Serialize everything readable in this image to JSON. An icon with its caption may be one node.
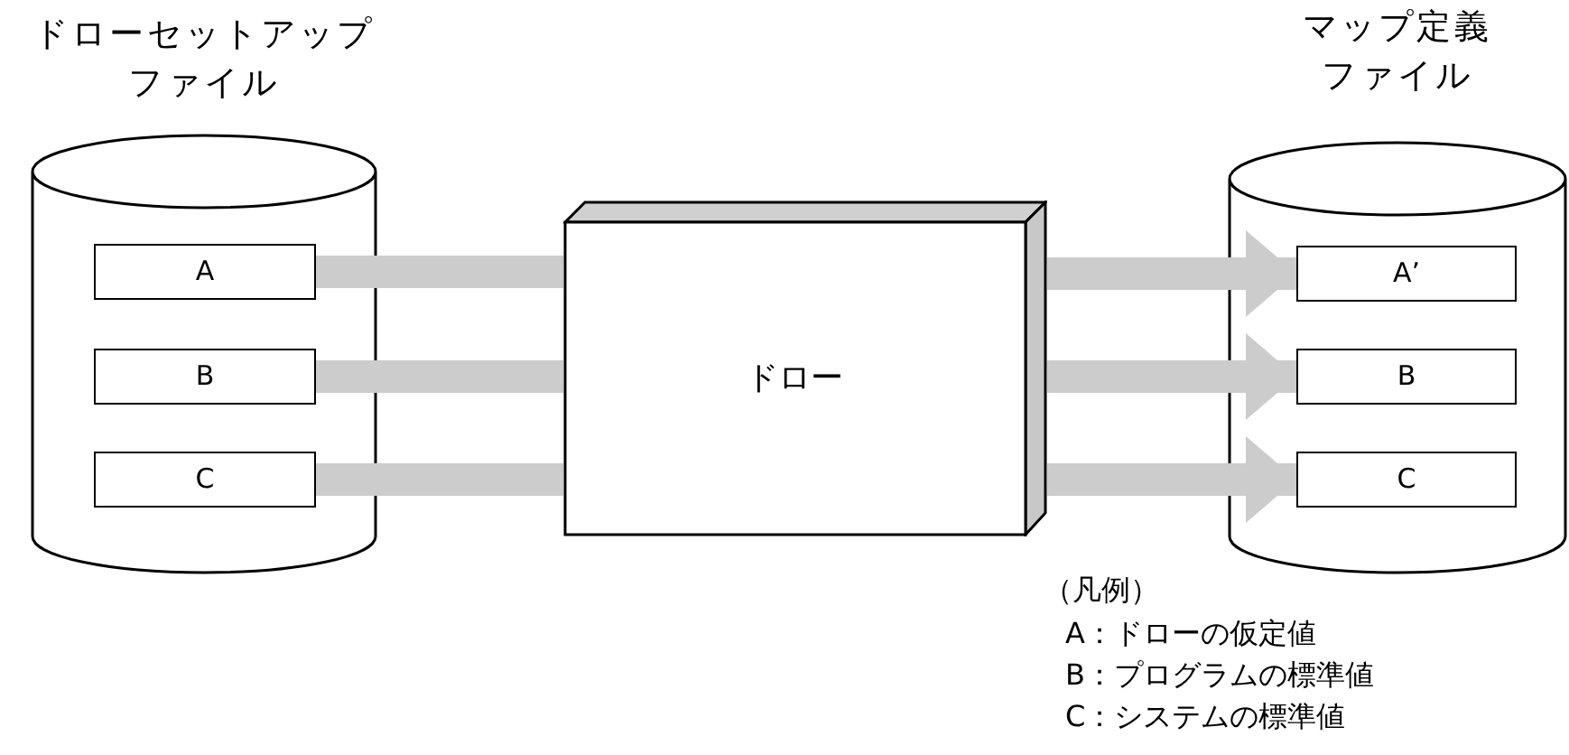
{
  "diagram": {
    "nodes": [
      {
        "text": [
          "ドローセットアップファイル"
        ]
      },
      {
        "text": [
          "A"
        ],
        "in": 0
      },
      {
        "text": [
          "B"
        ],
        "in": 0
      },
      {
        "text": [
          "C"
        ],
        "in": 0
      },
      {
        "text": [
          "ドロー"
        ]
      },
      {
        "text": [
          "マップ定義ファイル"
        ]
      },
      {
        "text": [
          "A’"
        ],
        "in": 5
      },
      {
        "text": [
          "B"
        ],
        "in": 5
      },
      {
        "text": [
          "C"
        ],
        "in": 5
      }
    ],
    "edges": [
      {
        "from": 1,
        "to": 4,
        "arrow": "none"
      },
      {
        "from": 2,
        "to": 4,
        "arrow": "none"
      },
      {
        "from": 3,
        "to": 4,
        "arrow": "none"
      },
      {
        "from": 4,
        "to": 6,
        "arrow": "to"
      },
      {
        "from": 4,
        "to": 7,
        "arrow": "to"
      },
      {
        "from": 4,
        "to": 8,
        "arrow": "to"
      }
    ],
    "labels": [
      "（凡例）",
      "A：ドローの仮定値",
      "B：プログラムの標準値",
      "C：システムの標準値"
    ]
  }
}
